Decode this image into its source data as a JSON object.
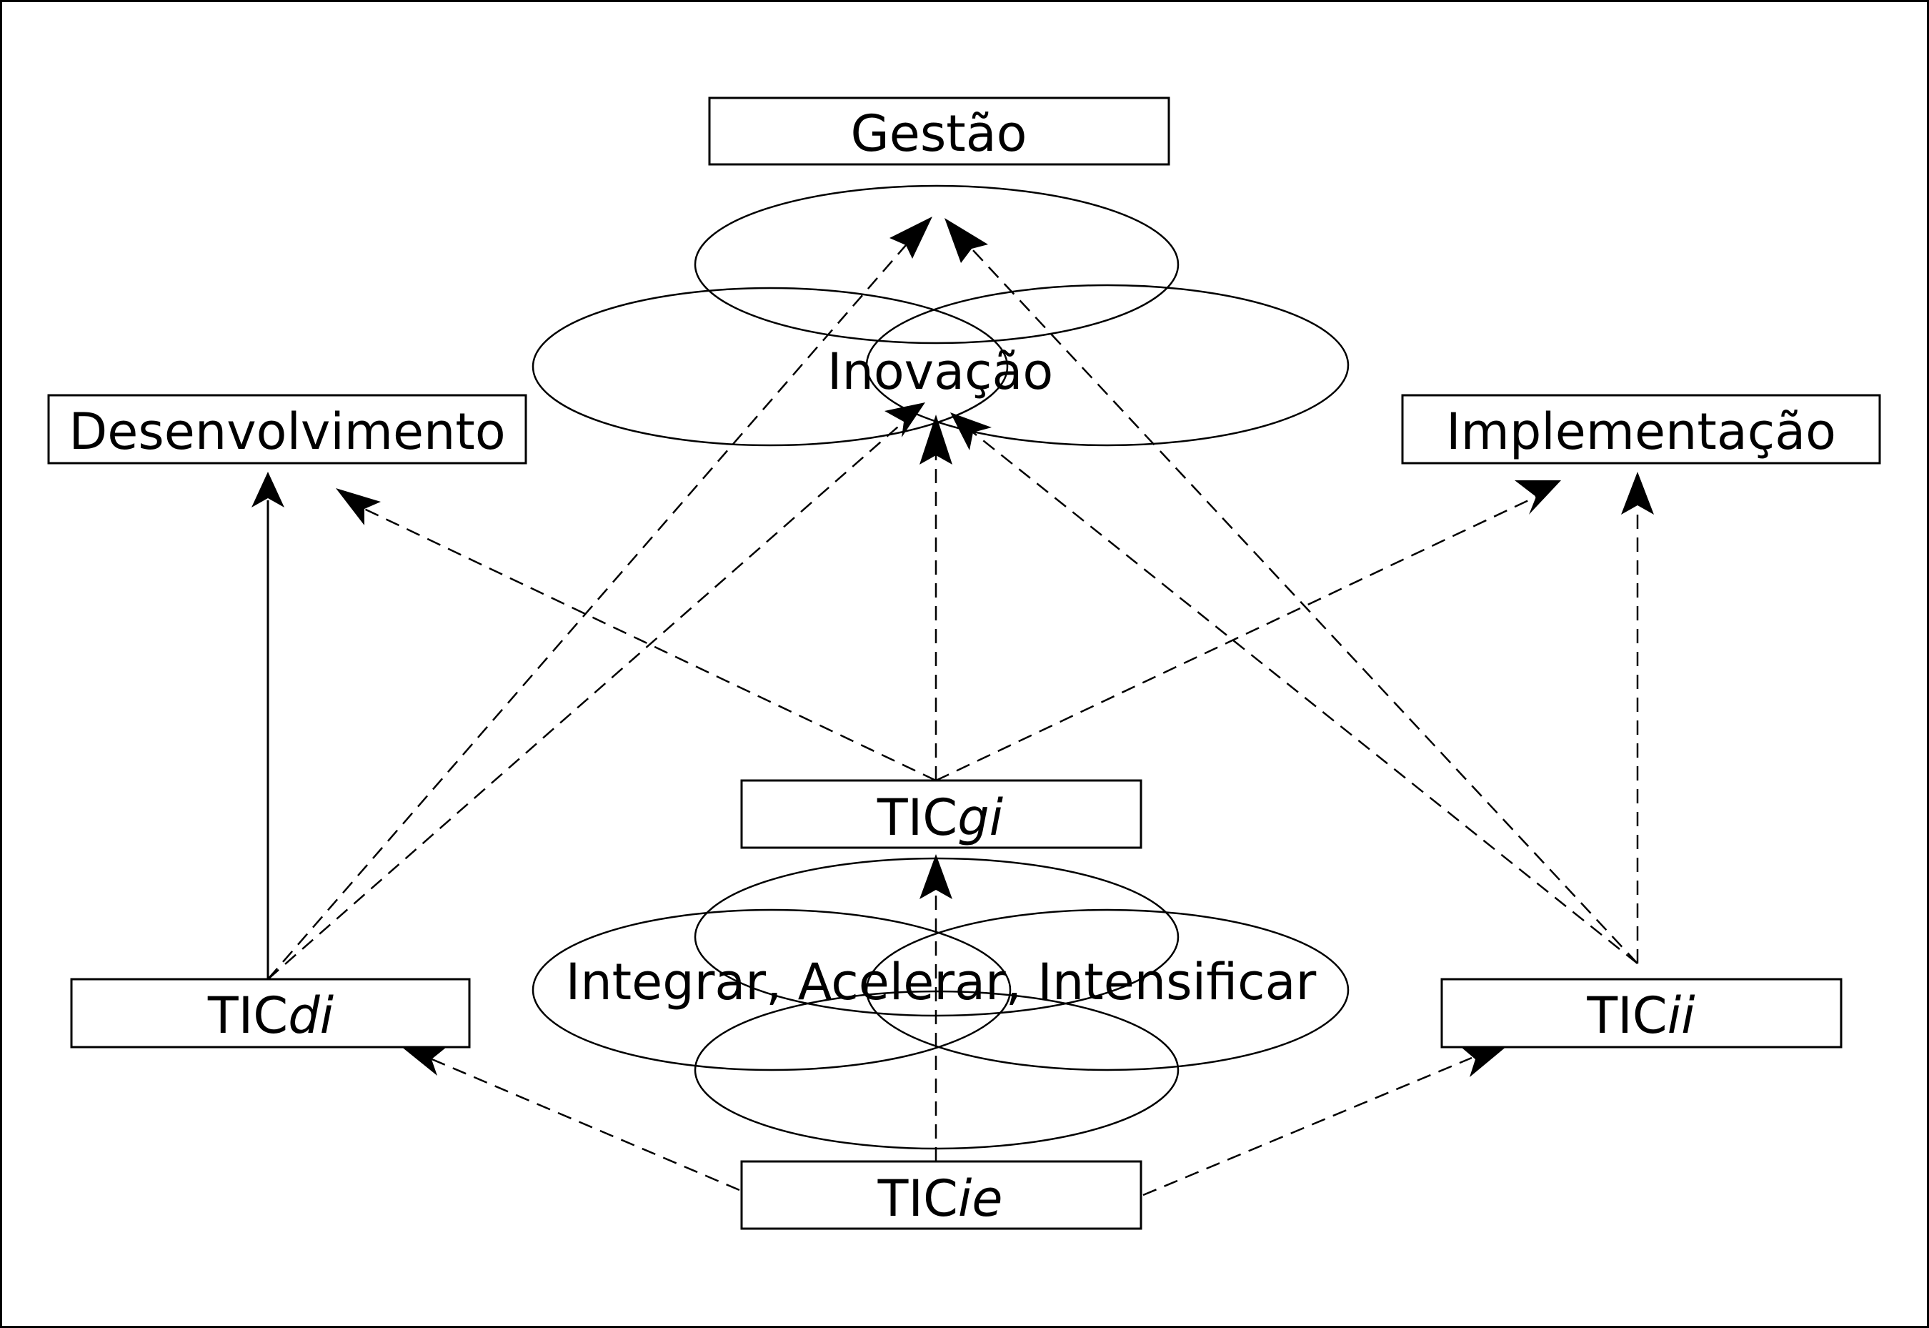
{
  "colors": {
    "line": "#000000",
    "background": "#ffffff",
    "frame": "#000000"
  },
  "nodes": {
    "gestao": {
      "label": "Gestão"
    },
    "inovacao": {
      "label": "Inovação"
    },
    "desenvolvimento": {
      "label": "Desenvolvimento"
    },
    "implementacao": {
      "label": "Implementação"
    },
    "ticgi": {
      "prefix": "TIC",
      "suffix": "gi"
    },
    "integrar": {
      "label": "Integrar, Acelerar, Intensificar"
    },
    "ticdi": {
      "prefix": "TIC",
      "suffix": "di"
    },
    "ticii": {
      "prefix": "TIC",
      "suffix": "ii"
    },
    "ticie": {
      "prefix": "TIC",
      "suffix": "ie"
    }
  },
  "edges": [
    {
      "from": "TICdi",
      "to": "Desenvolvimento",
      "style": "solid"
    },
    {
      "from": "TICdi",
      "to": "Gestão",
      "style": "dashed"
    },
    {
      "from": "TICdi",
      "to": "Inovação",
      "style": "dashed"
    },
    {
      "from": "TICgi",
      "to": "Desenvolvimento",
      "style": "dashed"
    },
    {
      "from": "TICgi",
      "to": "Inovação",
      "style": "dashed"
    },
    {
      "from": "TICgi",
      "to": "Implementação",
      "style": "dashed"
    },
    {
      "from": "TICii",
      "to": "Gestão",
      "style": "dashed"
    },
    {
      "from": "TICii",
      "to": "Inovação",
      "style": "dashed"
    },
    {
      "from": "TICii",
      "to": "Implementação",
      "style": "dashed"
    },
    {
      "from": "TICie",
      "to": "TICgi",
      "style": "dashed"
    },
    {
      "from": "TICie",
      "to": "TICdi",
      "style": "dashed"
    },
    {
      "from": "TICie",
      "to": "TICii",
      "style": "dashed"
    }
  ]
}
